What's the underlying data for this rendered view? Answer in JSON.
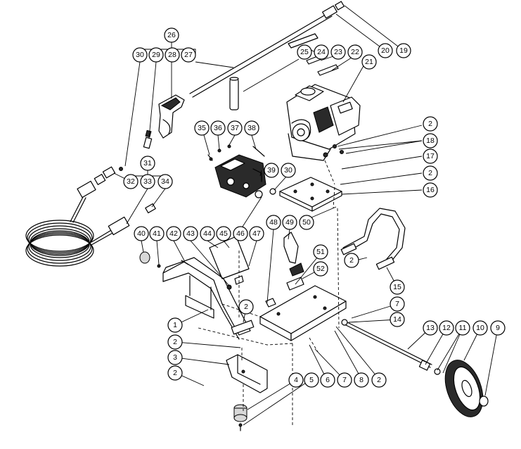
{
  "diagram": {
    "callouts": [
      "1",
      "2",
      "3",
      "4",
      "5",
      "6",
      "7",
      "8",
      "9",
      "10",
      "11",
      "12",
      "13",
      "14",
      "15",
      "16",
      "17",
      "18",
      "19",
      "20",
      "21",
      "22",
      "23",
      "24",
      "25",
      "26",
      "27",
      "28",
      "29",
      "30",
      "31",
      "32",
      "33",
      "34",
      "35",
      "36",
      "37",
      "38",
      "39",
      "40",
      "41",
      "42",
      "43",
      "44",
      "45",
      "46",
      "47",
      "48",
      "49",
      "50",
      "51",
      "52"
    ]
  }
}
